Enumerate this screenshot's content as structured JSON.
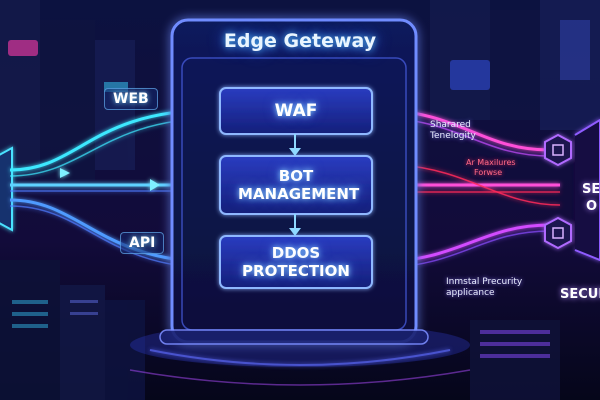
{
  "diagram": {
    "title": "Edge Geteway",
    "sources": [
      {
        "label": "WEB"
      },
      {
        "label": "API"
      }
    ],
    "modules": [
      {
        "label": "WAF"
      },
      {
        "label": "BOT MANAGEMENT"
      },
      {
        "label": "DDOS PROTECTION"
      }
    ],
    "right_notes": {
      "shared": "Sharared Tenelogity",
      "red_top": "Ar Maxilures",
      "red_bottom": "Forwse",
      "immutable": "Inmstal Precurity applicance"
    },
    "right_edge_texts": [
      "SE",
      "O",
      "SECUR"
    ]
  },
  "colors": {
    "background": "#070a24",
    "cyan_flow": "#3ee8ff",
    "blue_flow": "#4f7bff",
    "magenta_flow": "#ff4fd8",
    "red_flow": "#ff2a5a",
    "purple_hex": "#b06bff",
    "module_fill": "#1a2a8f"
  }
}
